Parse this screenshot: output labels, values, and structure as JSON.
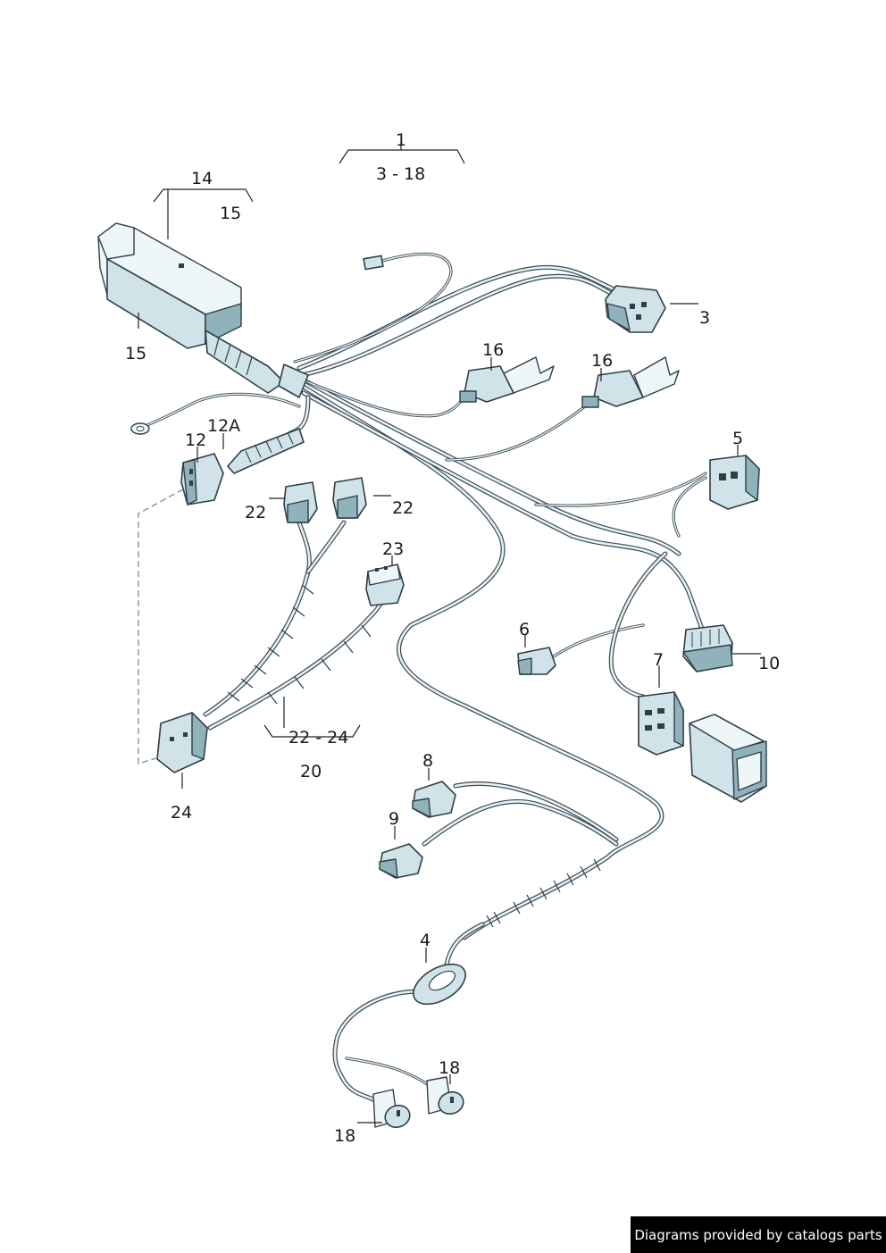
{
  "callouts": [
    {
      "id": "c1",
      "text": "1"
    },
    {
      "id": "c1r",
      "text": "3 - 18"
    },
    {
      "id": "c14",
      "text": "14"
    },
    {
      "id": "c14r",
      "text": "15"
    },
    {
      "id": "c15",
      "text": "15"
    },
    {
      "id": "c3",
      "text": "3"
    },
    {
      "id": "c16a",
      "text": "16"
    },
    {
      "id": "c16b",
      "text": "16"
    },
    {
      "id": "c12a",
      "text": "12A"
    },
    {
      "id": "c12",
      "text": "12"
    },
    {
      "id": "c5",
      "text": "5"
    },
    {
      "id": "c22a",
      "text": "22"
    },
    {
      "id": "c22b",
      "text": "22"
    },
    {
      "id": "c23",
      "text": "23"
    },
    {
      "id": "c6",
      "text": "6"
    },
    {
      "id": "c7",
      "text": "7"
    },
    {
      "id": "c10",
      "text": "10"
    },
    {
      "id": "c2224",
      "text": "22 - 24"
    },
    {
      "id": "c20",
      "text": "20"
    },
    {
      "id": "c24",
      "text": "24"
    },
    {
      "id": "c8",
      "text": "8"
    },
    {
      "id": "c9",
      "text": "9"
    },
    {
      "id": "c4",
      "text": "4"
    },
    {
      "id": "c18a",
      "text": "18"
    },
    {
      "id": "c18b",
      "text": "18"
    }
  ],
  "footer": {
    "text": "Diagrams provided by catalogs parts"
  },
  "colors": {
    "part_fill": "#cfe3e8",
    "outline": "#2f3e48",
    "footer_bg": "#000000"
  }
}
